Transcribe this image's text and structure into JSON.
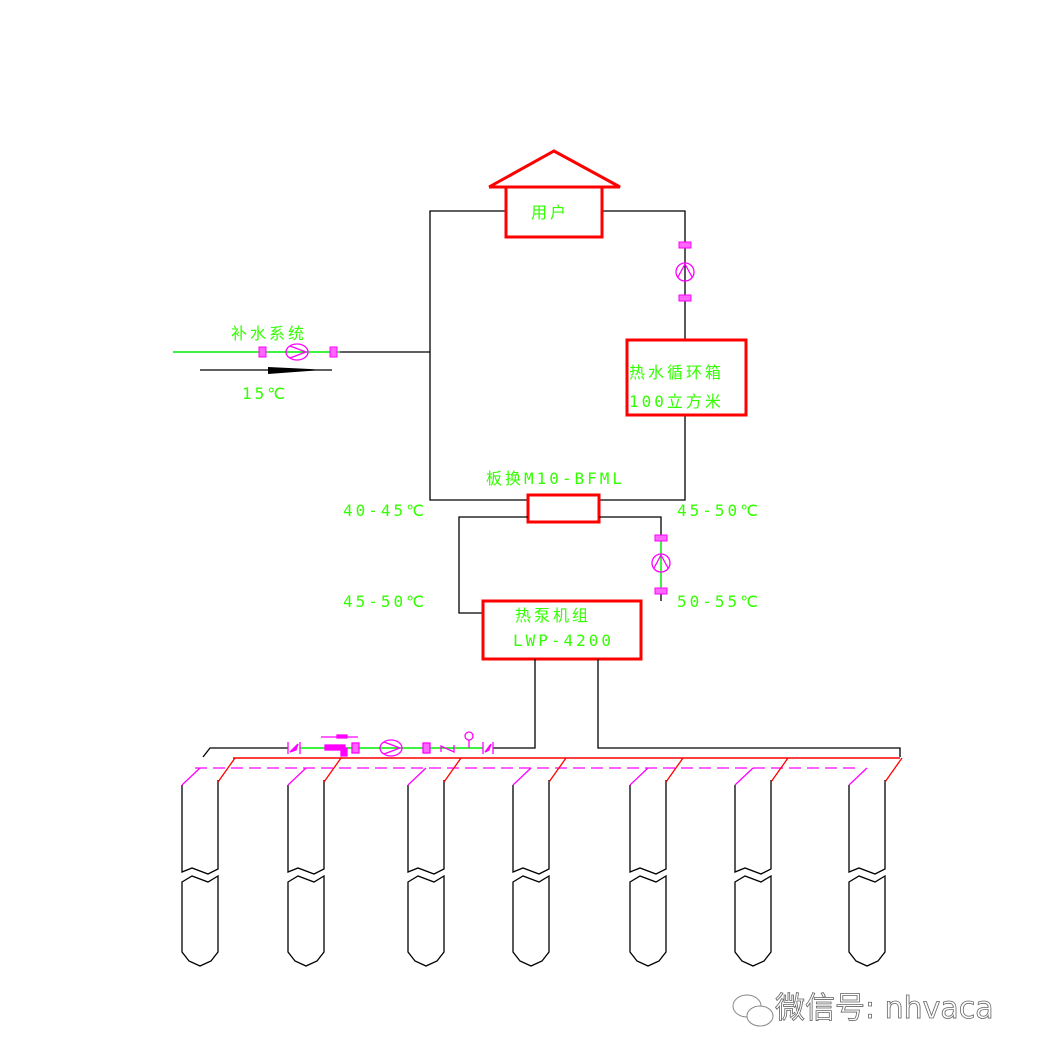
{
  "labels": {
    "user": "用户",
    "tank_line1": "热水循环箱",
    "tank_line2": "100立方米",
    "plate_hx": "板换M10-BFML",
    "heat_pump_line1": "热泵机组",
    "heat_pump_line2": "LWP-4200",
    "makeup": "补水系统",
    "makeup_temp": "15℃",
    "temp_hx_left": "40-45℃",
    "temp_hx_right": "45-50℃",
    "temp_hp_left": "45-50℃",
    "temp_hp_right": "50-55℃"
  },
  "watermark": "微信号: nhvaca",
  "colors": {
    "equipment": "#ff0000",
    "text": "#33ff00",
    "fittings": "#ff00ff",
    "pipe": "#000000"
  },
  "wells_count": 7
}
